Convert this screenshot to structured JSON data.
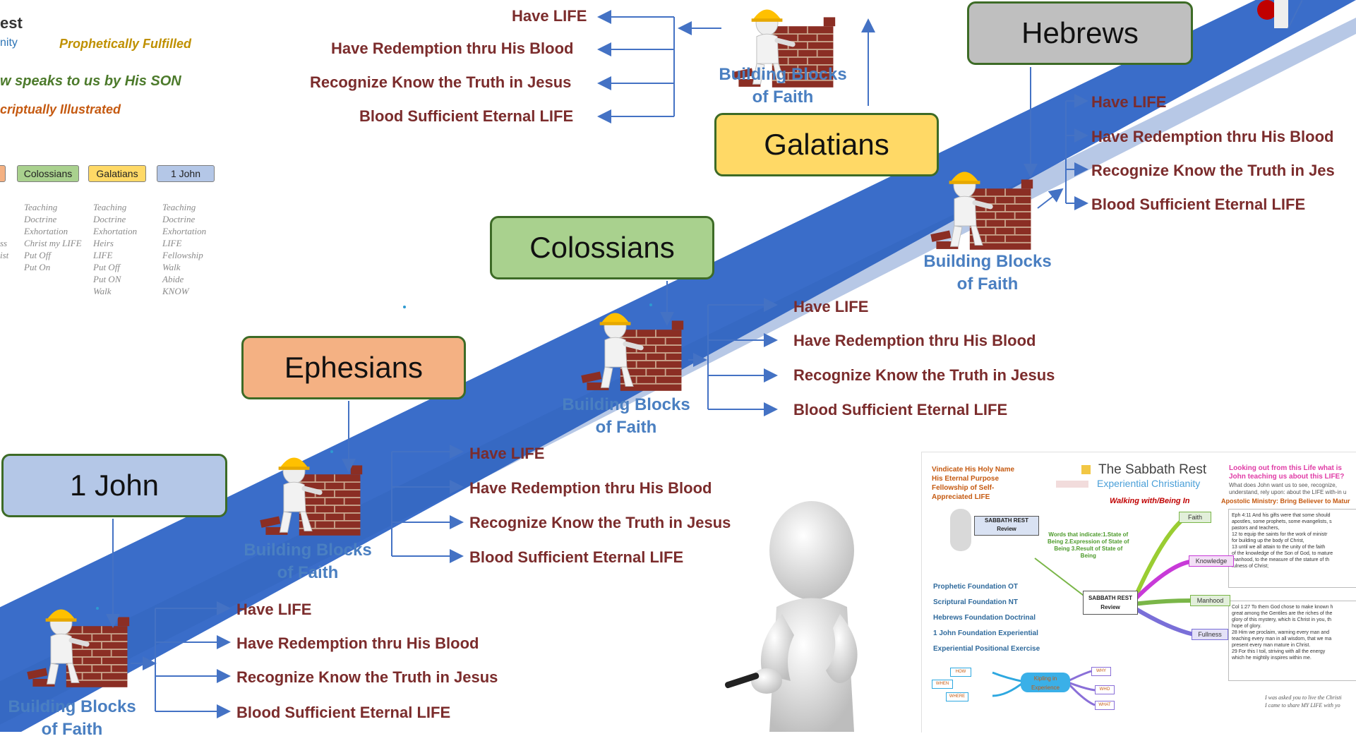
{
  "header": {
    "title_fragment": "est",
    "subtitle_fragment": "nity",
    "prophetically": "Prophetically Fulfilled",
    "speaks": "w speaks to us by His SON",
    "scripturally": "criptually Illustrated"
  },
  "book_tabs": [
    "Colossians",
    "Galatians",
    "1 John"
  ],
  "tab_columns": [
    [
      "Teaching",
      "Doctrine",
      "Exhortation",
      "Christ my LIFE",
      "Put Off",
      "Put On"
    ],
    [
      "Teaching",
      "Doctrine",
      "Exhortation",
      "Heirs",
      "LIFE",
      "Put Off",
      "Put ON",
      "Walk"
    ],
    [
      "Teaching",
      "Doctrine",
      "Exhortation",
      "LIFE",
      "Fellowship",
      "Walk",
      "Abide",
      "KNOW"
    ]
  ],
  "partial_left_col": [
    "ss",
    "ist"
  ],
  "books": {
    "one_john": "1 John",
    "ephesians": "Ephesians",
    "colossians": "Colossians",
    "galatians": "Galatians",
    "hebrews": "Hebrews"
  },
  "building_blocks": [
    "Building Blocks",
    "of Faith"
  ],
  "items": [
    "Have LIFE",
    "Have Redemption thru His Blood",
    "Recognize Know the Truth in Jesus",
    "Blood Sufficient Eternal LIFE"
  ],
  "hebrews_items": [
    "Have LIFE",
    "Have Redemption thru His Blood",
    "Recognize Know the Truth in Jes",
    "Blood Sufficient Eternal LIFE"
  ],
  "thumbnail": {
    "title": "The Sabbath Rest",
    "subtitle": "Experiential Christianity",
    "walking": "Walking with/Being In",
    "left_list": [
      "Vindicate His Holy Name",
      "His Eternal Purpose",
      "Fellowship of Self-",
      "Appreciated LIFE"
    ],
    "review": [
      "SABBATH REST",
      "Review"
    ],
    "words": [
      "Words that indicate:1.State of",
      "Being 2.Expression of State of",
      "Being 3.Result of State of",
      "Being"
    ],
    "foundations": [
      "Prophetic Foundation OT",
      "Scriptural Foundation NT",
      "Hebrews Foundation Doctrinal",
      "1 John Foundation Experiential",
      "Experiential Positional Exercise"
    ],
    "nodes": [
      "Faith",
      "Knowledge",
      "Manhood",
      "Fullness"
    ],
    "center": [
      "SABBATH REST",
      "Review"
    ],
    "question": [
      "Looking out from this Life what is",
      "John teaching us about this LIFE?"
    ],
    "question_sub": [
      "What does John want us to see, recognize,",
      "understand, rely upon: about the LIFE with-in u"
    ],
    "apostolic": "Apostolic Ministry: Bring Believer to Matur",
    "eph": [
      "Eph 4:11 And his gifts were that some should",
      "apostles, some prophets, some evangelists, s",
      "pastors and teachers,",
      " 12 to equip the saints for the work of ministr",
      "for building up the body of Christ,",
      " 13 until we all attain to the unity of the faith",
      "of the knowledge of the Son of God, to mature",
      "manhood, to the measure of the stature of th",
      "fulness of Christ;"
    ],
    "col": [
      "Col 1:27 To them God chose to make known h",
      "great among the Gentiles are the riches of the",
      "glory of this mystery, which is Christ in you, th",
      "hope of glory.",
      " 28 Him we proclaim, warning every man and",
      "teaching every man in all wisdom, that we ma",
      "present every man mature in Christ.",
      " 29 For this I toil, striving with all the energy",
      "which he mightily inspires within me."
    ],
    "kipling": [
      "Kipling in",
      "Experience"
    ],
    "kipling_words": [
      "HOW",
      "WHEN",
      "WHERE",
      "WHY",
      "WHO",
      "WHAT"
    ],
    "signature": [
      "I was asked you to live the Christi",
      "I came to share MY LIFE with yo"
    ]
  },
  "colors": {
    "one_john": "#b4c7e7",
    "ephesians": "#f4b183",
    "colossians": "#a9d18e",
    "galatians": "#ffd966",
    "hebrews": "#bfbfbf",
    "ramp": "#3a6dc9",
    "label_blue": "#4a7fc1",
    "item_red": "#7b2c2c",
    "arrow": "#4472c4"
  }
}
